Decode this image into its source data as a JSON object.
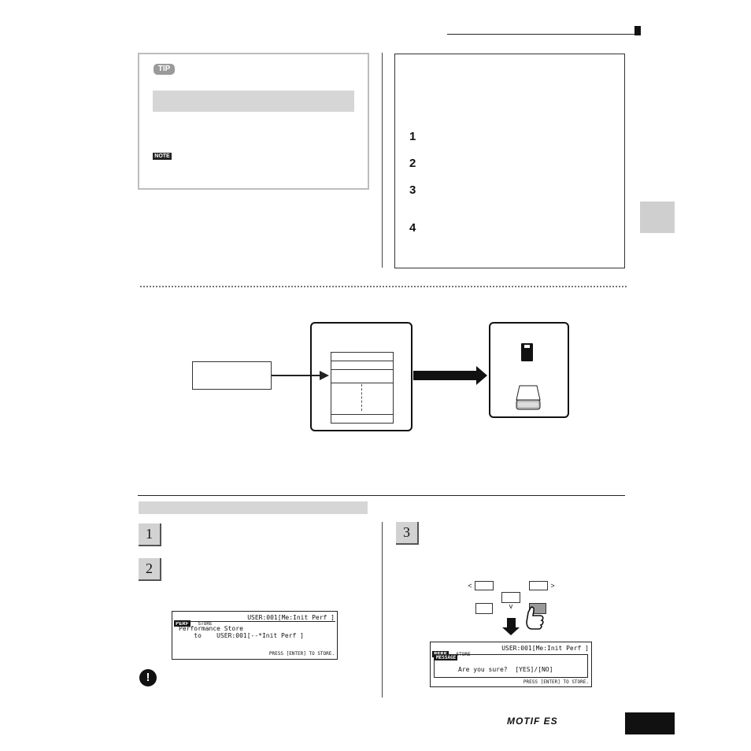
{
  "tip": {
    "badge": "TIP",
    "note_badge": "NOTE"
  },
  "steps_right": [
    "1",
    "2",
    "3",
    "4"
  ],
  "procedure": {
    "steps": [
      "1",
      "2",
      "3"
    ]
  },
  "lcd1": {
    "mode_tag": "PERF",
    "mode_label": "STORE",
    "location": "USER:001[Me:Init Perf ]",
    "line1": "Performance Store",
    "line2": "    to    USER:001[--*Init Perf ]",
    "footer": "PRESS [ENTER] TO STORE."
  },
  "buttons": {
    "dec": "<",
    "inc": ">",
    "v": "v"
  },
  "lcd2": {
    "mode_tag": "PERF",
    "mode_label": "STORE",
    "location": "USER:001[Me:Init Perf ]",
    "message_tag": "MESSAGE",
    "prompt": "Are you sure?  [YES]/[NO]",
    "footer": "PRESS [ENTER] TO STORE."
  },
  "footer": {
    "logo": "MOTIF ES"
  }
}
